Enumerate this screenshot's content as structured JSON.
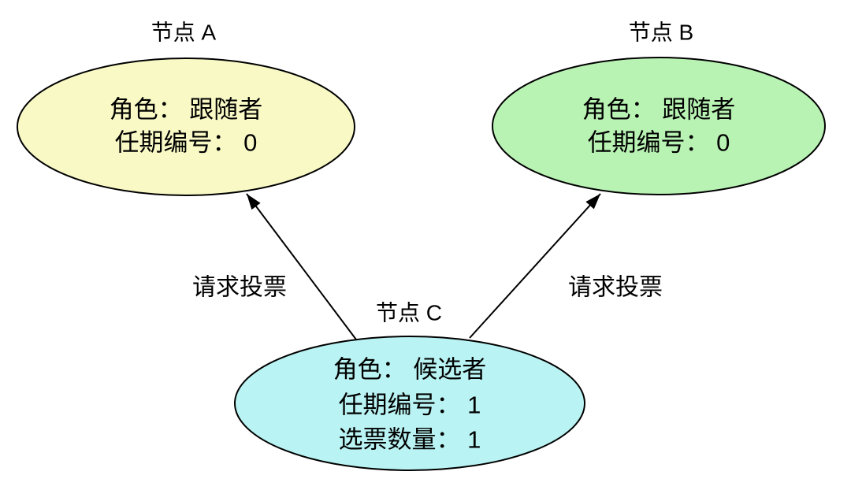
{
  "diagram_title": "raft-vote-request-diagram",
  "colors": {
    "background": "#ffffff",
    "stroke": "#000000",
    "text": "#000000",
    "node_a_fill": "#f9f9c6",
    "node_b_fill": "#b9f3b4",
    "node_c_fill": "#baf3f3"
  },
  "nodes": [
    {
      "id": "node-a",
      "title": "节点 A",
      "fill": "#f9f9c6",
      "lines": [
        "角色： 跟随者",
        "任期编号： 0"
      ]
    },
    {
      "id": "node-b",
      "title": "节点 B",
      "fill": "#b9f3b4",
      "lines": [
        "角色： 跟随者",
        "任期编号： 0"
      ]
    },
    {
      "id": "node-c",
      "title": "节点 C",
      "fill": "#baf3f3",
      "lines": [
        "角色： 候选者",
        "任期编号： 1",
        "选票数量： 1"
      ]
    }
  ],
  "edges": [
    {
      "label": "请求投票",
      "from": "节点 C",
      "to": "节点 A"
    },
    {
      "label": "请求投票",
      "from": "节点 C",
      "to": "节点 B"
    }
  ]
}
